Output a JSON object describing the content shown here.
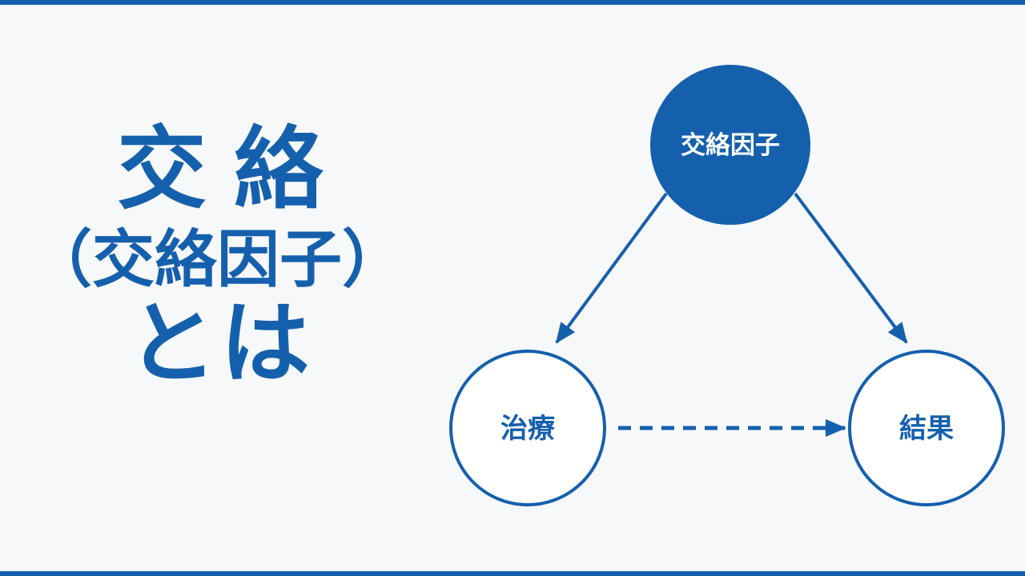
{
  "colors": {
    "primary": "#1560ad",
    "background": "#f7f8f9",
    "node_fill_light": "#ffffff"
  },
  "title": {
    "line1": "交絡",
    "line2": "（交絡因子）",
    "line3": "とは"
  },
  "diagram": {
    "nodes": {
      "confounder": "交絡因子",
      "treatment": "治療",
      "outcome": "結果"
    },
    "edges": [
      {
        "from": "confounder",
        "to": "treatment",
        "style": "solid"
      },
      {
        "from": "confounder",
        "to": "outcome",
        "style": "solid"
      },
      {
        "from": "treatment",
        "to": "outcome",
        "style": "dashed"
      }
    ]
  }
}
